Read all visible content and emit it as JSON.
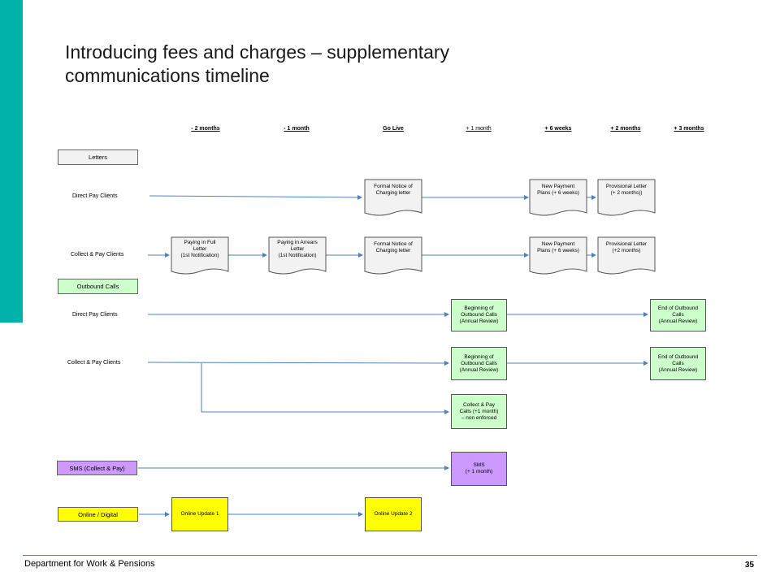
{
  "title": {
    "line1": "Introducing fees and charges – supplementary",
    "line2": "communications timeline"
  },
  "timeline_headers": [
    "- 2 months",
    "- 1 month",
    "Go Live",
    "+ 1 month",
    "+ 6 weeks",
    "+ 2 months",
    "+ 3 months"
  ],
  "categories": {
    "letters": "Letters",
    "outbound_calls": "Outbound Calls",
    "sms": "SMS (Collect & Pay)",
    "online": "Online / Digital"
  },
  "row_labels": {
    "letters_direct": "Direct Pay Clients",
    "letters_collect": "Collect & Pay Clients",
    "calls_direct": "Direct Pay Clients",
    "calls_collect": "Collect & Pay Clients"
  },
  "letters_direct_docs": {
    "formal_notice": [
      "Formal Notice of",
      "Charging letter"
    ],
    "new_payment": [
      "New Payment",
      "Plans (+ 6 weeks)"
    ],
    "provisional": [
      "Provisional Letter",
      "(+ 2 months))"
    ]
  },
  "letters_collect_docs": {
    "paying_full": [
      "Paying in Full",
      "Letter",
      "(1st Notification)"
    ],
    "paying_arrears": [
      "Paying in Arrears",
      "Letter",
      "(1st Notification)"
    ],
    "formal_notice": [
      "Formal Notice of",
      "Charging letter"
    ],
    "new_payment": [
      "New Payment",
      "Plans (+ 6 weeks)"
    ],
    "provisional": [
      "Provisional Letter",
      "(+2 months)"
    ]
  },
  "calls_boxes": {
    "direct_begin": [
      "Beginning of",
      "Outbound Calls",
      "(Annual Review)"
    ],
    "direct_end": [
      "End of Outbound",
      "Calls",
      "(Annual Review)"
    ],
    "collect_begin": [
      "Beginning of",
      "Outbound Calls",
      "(Annual Review)"
    ],
    "collect_end": [
      "End of Outbound",
      "Calls",
      "(Annual Review)"
    ],
    "collect_calls": [
      "Collect & Pay",
      "Calls (+1 month)",
      "– non enforced"
    ]
  },
  "sms_box": [
    "SMS",
    "(+ 1 month)"
  ],
  "online_boxes": {
    "update1": "Online Update 1",
    "update2": "Online Update 2"
  },
  "colors": {
    "accent": "#00b2a9",
    "calls": "#ccffcc",
    "sms": "#cc99ff",
    "online": "#ffff00",
    "arrow": "#4f81bd"
  },
  "footer": {
    "department": "Department for Work & Pensions",
    "page": "35"
  }
}
